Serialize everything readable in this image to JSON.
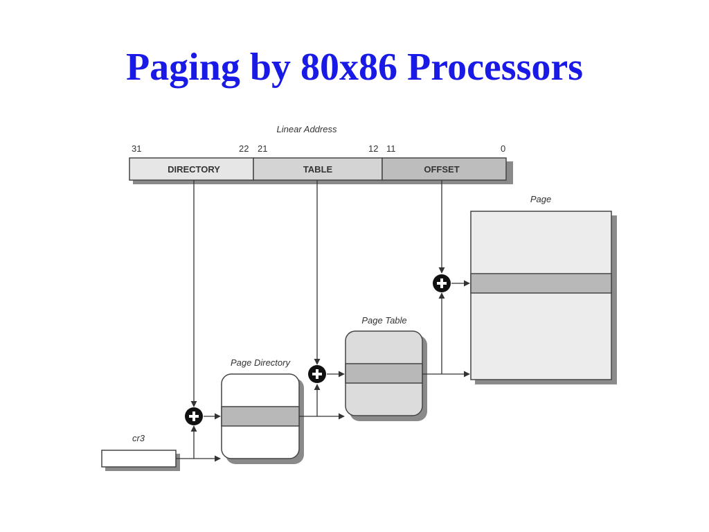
{
  "slide": {
    "title": "Paging by 80x86 Processors"
  },
  "diagram": {
    "linear_address_label": "Linear Address",
    "bits": {
      "directory_high": "31",
      "directory_low": "22",
      "table_high": "21",
      "table_low": "12",
      "offset_high": "11",
      "offset_low": "0"
    },
    "fields": {
      "directory": "DIRECTORY",
      "table": "TABLE",
      "offset": "OFFSET"
    },
    "labels": {
      "page": "Page",
      "page_table": "Page Table",
      "page_directory": "Page Directory",
      "cr3": "cr3"
    },
    "colors": {
      "title": "#1a1ae6",
      "field_light": "#e6e6e6",
      "field_mid": "#d4d4d4",
      "field_dark": "#bdbdbd",
      "entry_highlight": "#b8b8b8",
      "page_fill": "#ececec",
      "shadow": "#8a8a8a",
      "adder": "#111111"
    }
  }
}
